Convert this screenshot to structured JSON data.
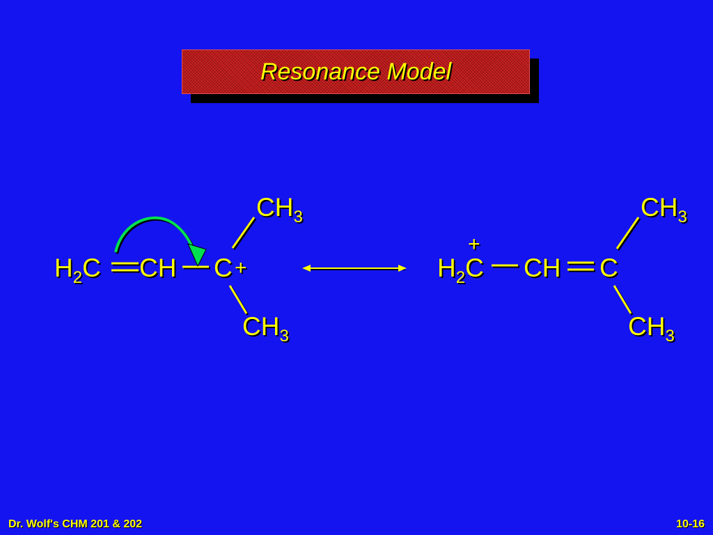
{
  "title": "Resonance Model",
  "left_structure": {
    "h2c": {
      "main": "H",
      "sub": "2",
      "tail": "C"
    },
    "ch": "CH",
    "c": "C",
    "charge": "+",
    "top_group": {
      "main": "CH",
      "sub": "3"
    },
    "bottom_group": {
      "main": "CH",
      "sub": "3"
    }
  },
  "right_structure": {
    "h2c": {
      "main": "H",
      "sub": "2",
      "tail": "C"
    },
    "charge": "+",
    "ch": "CH",
    "c": "C",
    "top_group": {
      "main": "CH",
      "sub": "3"
    },
    "bottom_group": {
      "main": "CH",
      "sub": "3"
    }
  },
  "footer": {
    "course": "Dr. Wolf's CHM 201 & 202",
    "slide_number": "10-16"
  },
  "colors": {
    "background": "#1414f0",
    "text": "#ffff00",
    "electron_arrow": "#00e050",
    "title_box": "#c01818"
  }
}
